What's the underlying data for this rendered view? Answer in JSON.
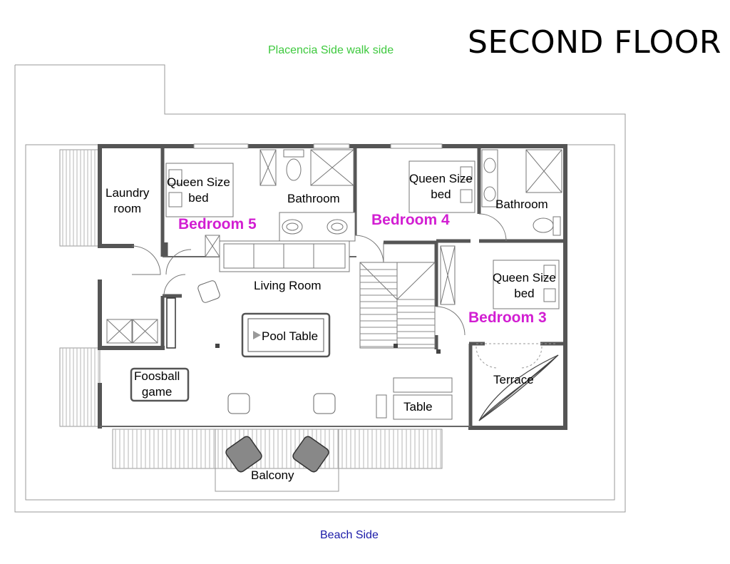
{
  "title": "SECOND FLOOR",
  "orientation": {
    "top": "Placencia Side walk side",
    "bottom": "Beach Side",
    "top_color": "#3ec93e",
    "bottom_color": "#1a1aa8"
  },
  "accent_color": "#d21ed2",
  "rooms": {
    "laundry": "Laundry\nroom",
    "bed5_bed": "Queen Size\nbed",
    "bed5_name": "Bedroom 5",
    "bath1": "Bathroom",
    "bed4_bed": "Queen Size\nbed",
    "bed4_name": "Bedroom 4",
    "bath2": "Bathroom",
    "living": "Living Room",
    "bed3_bed": "Queen Size\nbed",
    "bed3_name": "Bedroom 3",
    "pool": "Pool Table",
    "foosball": "Foosball\ngame",
    "terrace": "Terrace",
    "table": "Table",
    "balcony": "Balcony"
  }
}
